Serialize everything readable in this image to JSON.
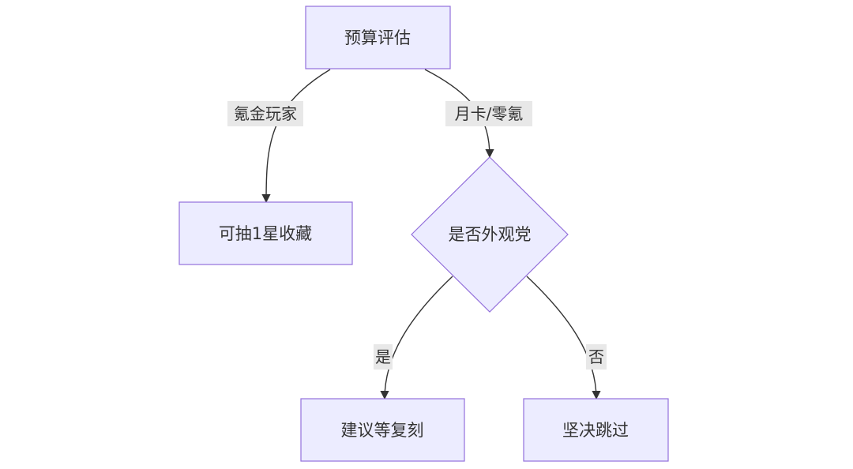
{
  "diagram": {
    "nodes": {
      "budget": {
        "label": "预算评估",
        "shape": "rect"
      },
      "collect": {
        "label": "可抽1星收藏",
        "shape": "rect"
      },
      "appearance": {
        "label": "是否外观党",
        "shape": "diamond"
      },
      "rerun": {
        "label": "建议等复刻",
        "shape": "rect"
      },
      "skip": {
        "label": "坚决跳过",
        "shape": "rect"
      }
    },
    "edges": {
      "budget_collect": {
        "label": "氪金玩家"
      },
      "budget_appearance": {
        "label": "月卡/零氪"
      },
      "appearance_rerun": {
        "label": "是"
      },
      "appearance_skip": {
        "label": "否"
      }
    },
    "colors": {
      "node_fill": "#ECECFF",
      "node_stroke": "#9370DB",
      "edge": "#333333",
      "label_bg": "#e8e8e8",
      "text": "#333333"
    }
  }
}
